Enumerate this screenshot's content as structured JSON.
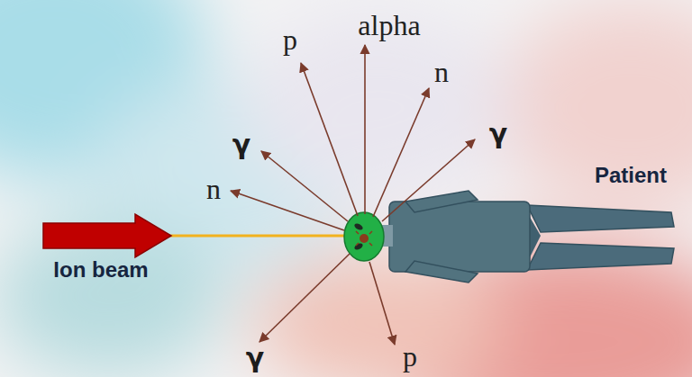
{
  "diagram": {
    "labels": [
      "p",
      "alpha",
      "γ",
      "n",
      "γ",
      "n",
      "Patient",
      "Ion beam",
      "γ",
      "p"
    ]
  }
}
